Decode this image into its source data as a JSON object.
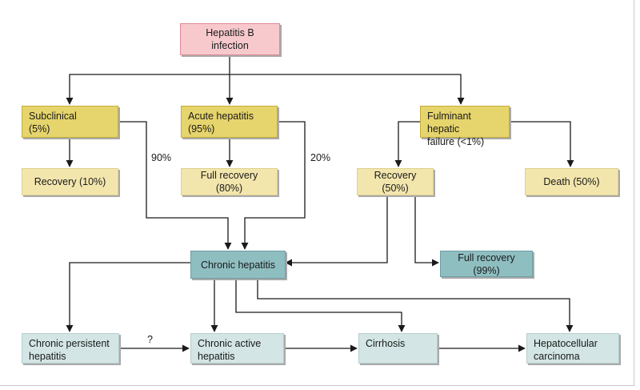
{
  "nodes": {
    "hbv": "Hepatitis B infection",
    "subclinical": "Subclinical\n(5%)",
    "acute": "Acute hepatitis\n(95%)",
    "fulminant": "Fulminant hepatic\nfailure (<1%)",
    "recovery10": "Recovery (10%)",
    "full80": "Full recovery (80%)",
    "recovery50": "Recovery (50%)",
    "death50": "Death (50%)",
    "chronic": "Chronic hepatitis",
    "full99": "Full recovery (99%)",
    "cph": "Chronic persistent\nhepatitis",
    "cah": "Chronic active\nhepatitis",
    "cirrhosis": "Cirrhosis",
    "hcc": "Hepatocellular\ncarcinoma"
  },
  "edge_labels": {
    "sub_to_chronic": "90%",
    "acute_to_chronic": "20%",
    "cph_to_cah": "?"
  },
  "colors": {
    "start": "#f7c9cd",
    "stage": "#e6d46c",
    "outcome": "#f3e6ad",
    "chronic": "#8fbec1",
    "sequela": "#d3e5e4",
    "arrow": "#1a1a1a"
  }
}
